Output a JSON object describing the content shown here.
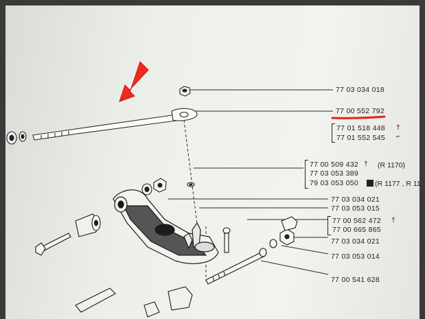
{
  "diagram": {
    "part_numbers": {
      "nut_top": "77 03 034 018",
      "tie_rod_highlighted": "77 00 552 792",
      "rod_end_a": "77 01 518 448",
      "rod_end_a_mark": "†",
      "rod_end_b": "77 01 552 545",
      "rod_end_b_mark": "⌐",
      "arm_a": "77 00 509 432",
      "arm_a_mark": "†",
      "arm_a_note": "(R 1170)",
      "arm_b": "77 03 053 389",
      "arm_c": "79 03 053 050",
      "arm_c_note": "(R 1177 , R 11",
      "washer": "77 03 034 021",
      "bolt": "77 03 053 015",
      "bush_a": "77 00 562 472",
      "bush_a_mark": "†",
      "bush_b": "77 00 665 865",
      "nut_lower": "77 03 034 021",
      "nut_lower_b": "77 03 053 014",
      "long_bolt": "77 00 541 628"
    },
    "highlight_color": "#e8201c",
    "arrow_color": "#ef2b1e",
    "ink_color": "#2a2a2a"
  }
}
